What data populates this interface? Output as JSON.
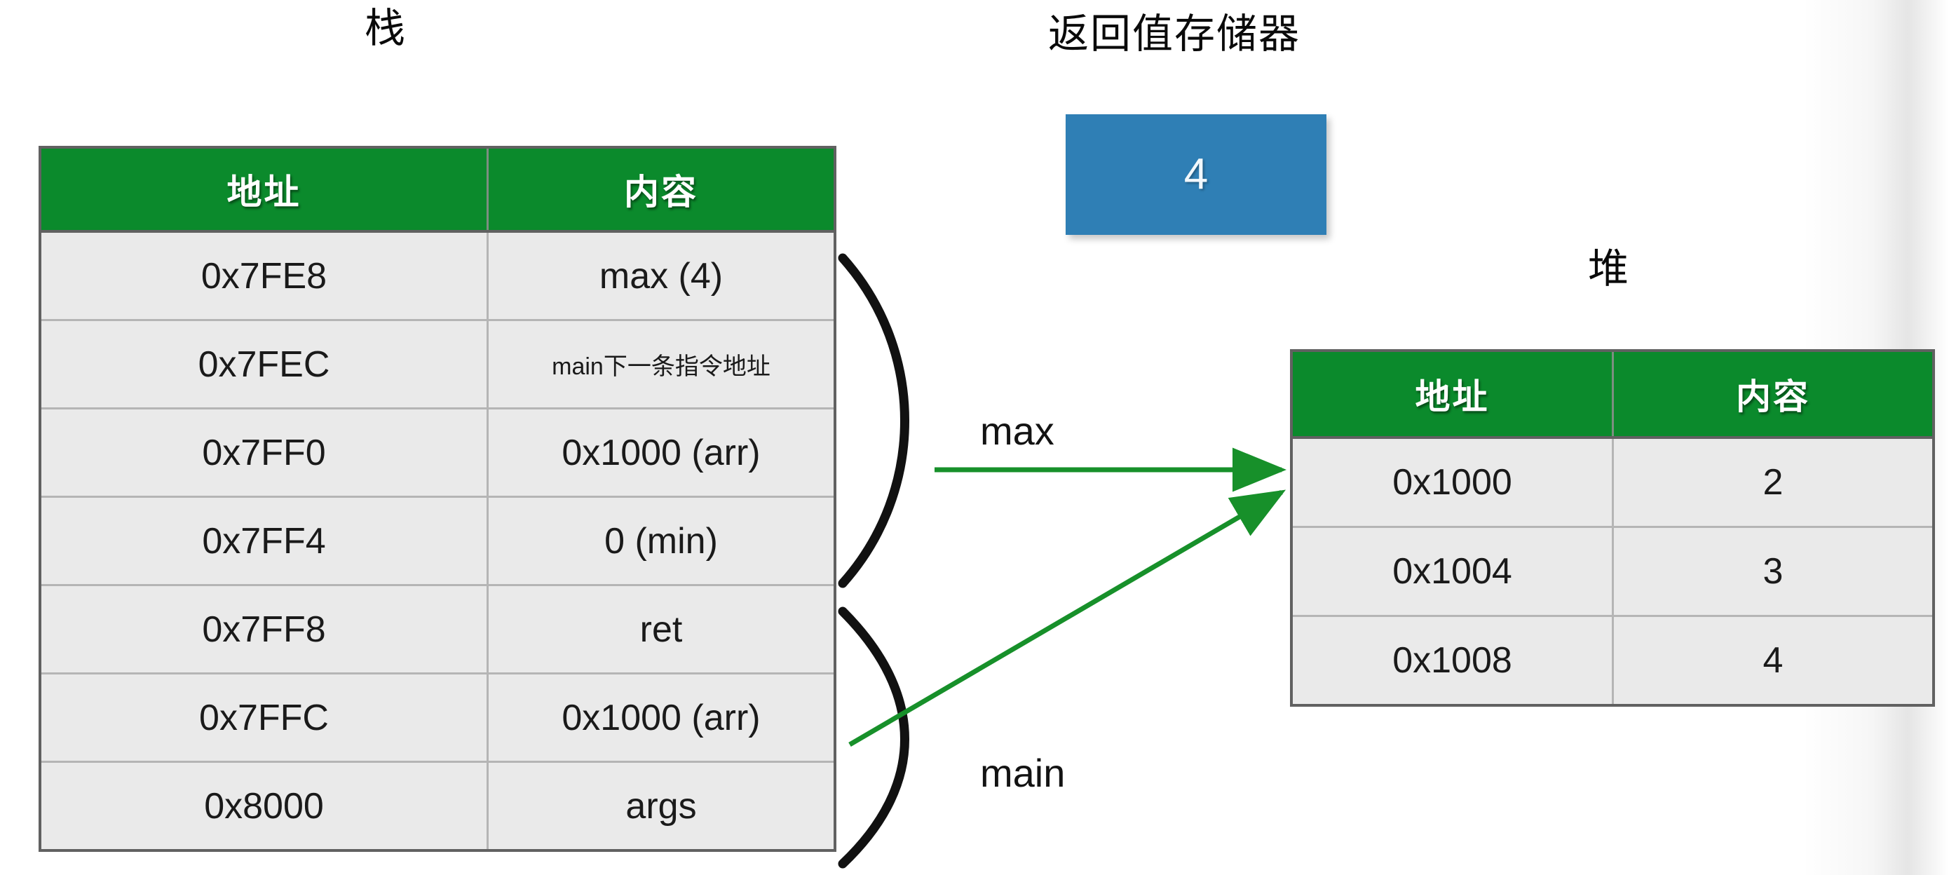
{
  "diagram": {
    "stack": {
      "title": "栈",
      "headers": {
        "address": "地址",
        "content": "内容"
      },
      "rows": [
        {
          "address": "0x7FE8",
          "content": "max (4)",
          "small": false
        },
        {
          "address": "0x7FEC",
          "content": "main下一条指令地址",
          "small": true
        },
        {
          "address": "0x7FF0",
          "content": "0x1000 (arr)",
          "small": false
        },
        {
          "address": "0x7FF4",
          "content": "0 (min)",
          "small": false
        },
        {
          "address": "0x7FF8",
          "content": "ret",
          "small": false
        },
        {
          "address": "0x7FFC",
          "content": "0x1000 (arr)",
          "small": false
        },
        {
          "address": "0x8000",
          "content": "args",
          "small": false
        }
      ]
    },
    "heap": {
      "title": "堆",
      "headers": {
        "address": "地址",
        "content": "内容"
      },
      "rows": [
        {
          "address": "0x1000",
          "content": "2"
        },
        {
          "address": "0x1004",
          "content": "3"
        },
        {
          "address": "0x1008",
          "content": "4"
        }
      ]
    },
    "return_register": {
      "title": "返回值存储器",
      "value": "4"
    },
    "frames": [
      {
        "label": "max"
      },
      {
        "label": "main"
      }
    ],
    "colors": {
      "header_green": "#0b8a2c",
      "cell_gray": "#eaeaea",
      "border_dark": "#616161",
      "border_light": "#b5b5b5",
      "register_blue": "#2f7fb5",
      "arrow_green": "#17902a",
      "brace_black": "#111111"
    }
  }
}
